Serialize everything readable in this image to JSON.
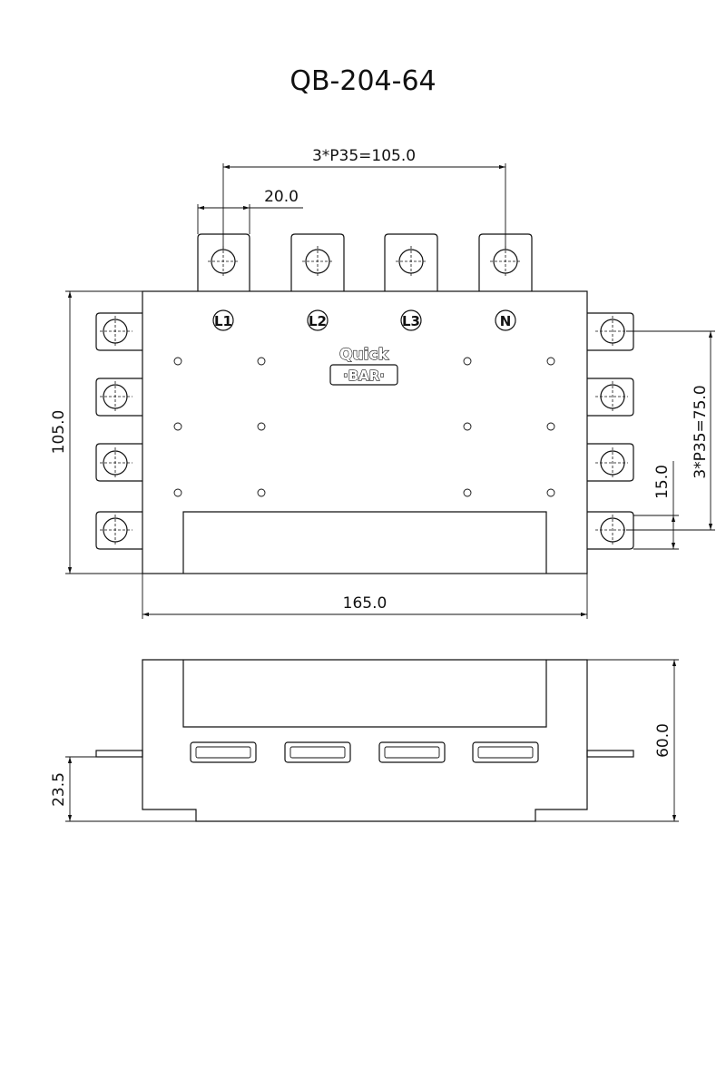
{
  "title": "QB-204-64",
  "dimensions": {
    "top_pitch": "3*P35=105.0",
    "tab_width": "20.0",
    "height": "105.0",
    "side_pitch": "3*P35=75.0",
    "side_offset": "15.0",
    "width": "165.0",
    "depth": "60.0",
    "tab_height": "23.5"
  },
  "terminals": [
    "L1",
    "L2",
    "L3",
    "N"
  ],
  "logo": {
    "top": "Quick",
    "bottom": "·BAR·"
  }
}
